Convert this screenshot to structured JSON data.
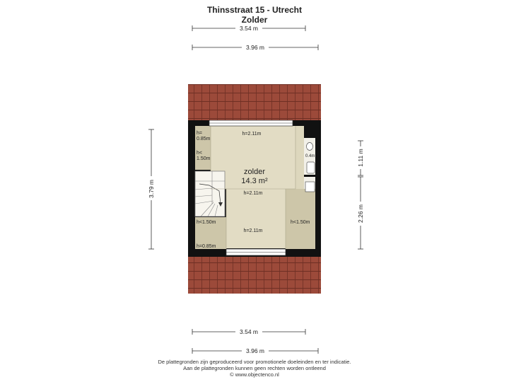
{
  "header": {
    "address": "Thinsstraat 15 - Utrecht",
    "floor": "Zolder"
  },
  "dimensions": {
    "top_inner": "3.54 m",
    "top_outer": "3.96 m",
    "bottom_inner": "3.54 m",
    "bottom_outer": "3.96 m",
    "left_height": "3.79 m",
    "right_upper": "1.11 m",
    "right_lower": "2.26 m"
  },
  "room": {
    "name": "zolder",
    "area": "14.3 m²"
  },
  "heights": {
    "top_center": "h=2.11m",
    "middle_center": "h=2.11m",
    "bottom_center": "h=2.11m",
    "top_left_h": "h=",
    "top_left_v": "0.85m",
    "left_lt_h": "h<",
    "left_lt_v": "1.50m",
    "left_lower": "h<1.50m",
    "right_lower": "h<1.50m",
    "bottom_left": "h=0.85m",
    "closet": "0.4m"
  },
  "footer": {
    "line1": "De plattegronden zijn geproduceerd voor promotionele doeleinden en ter indicatie.",
    "line2": "Aan de plattegronden kunnen geen rechten worden ontleend",
    "line3": "© www.objectenco.nl"
  },
  "colors": {
    "roof": "#9c4a3a",
    "roof_line": "#6e2f24",
    "wall": "#111111",
    "floor_main": "#e2dcc4",
    "floor_low": "#cdc6a9",
    "floor_white": "#f7f5ee"
  }
}
